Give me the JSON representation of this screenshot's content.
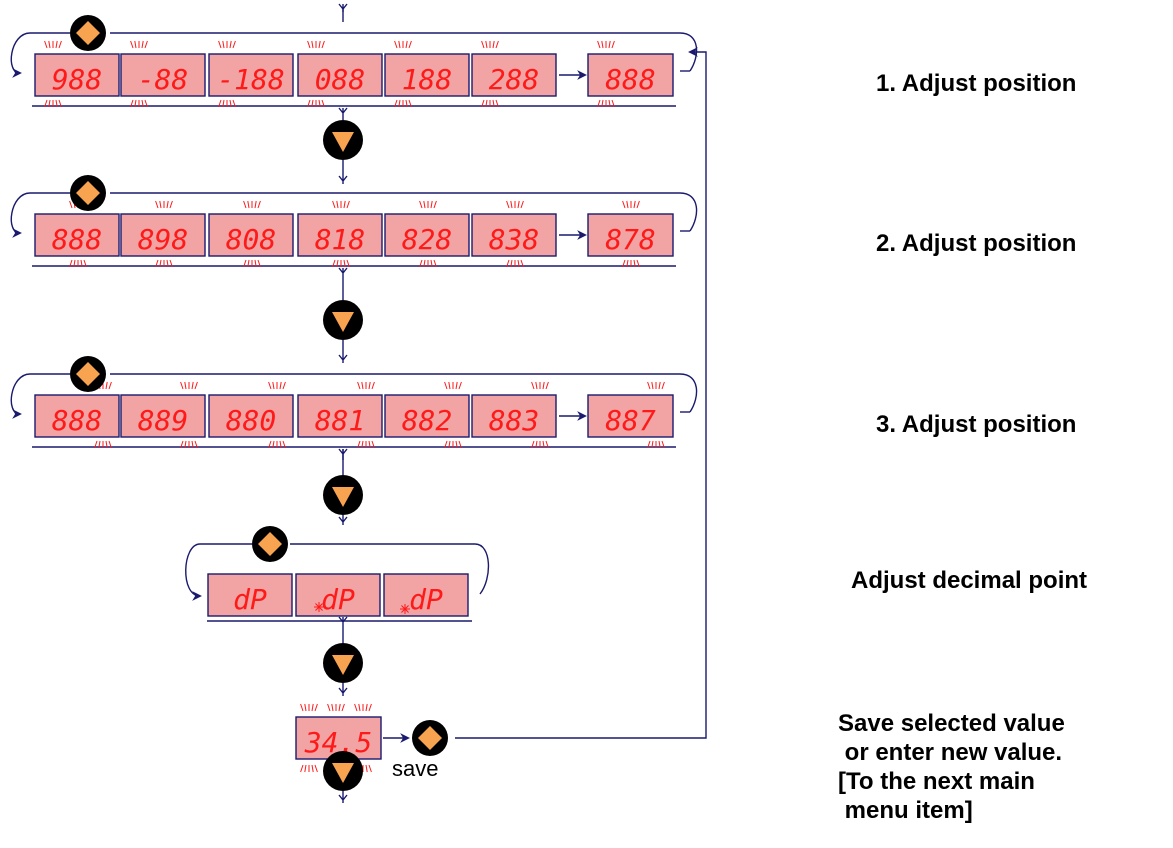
{
  "steps": [
    {
      "label": "1. Adjust position",
      "cells": [
        "988",
        "-88",
        "-188",
        "088",
        "188",
        "288"
      ],
      "last_cell": "888"
    },
    {
      "label": "2. Adjust position",
      "cells": [
        "888",
        "898",
        "808",
        "818",
        "828",
        "838"
      ],
      "last_cell": "878"
    },
    {
      "label": "3. Adjust position",
      "cells": [
        "888",
        "889",
        "880",
        "881",
        "882",
        "883"
      ],
      "last_cell": "887"
    }
  ],
  "decimal": {
    "label": "Adjust decimal point",
    "cells": [
      "dP",
      "dP",
      "dP"
    ]
  },
  "save_step": {
    "display": "34.5",
    "label_lines": [
      "Save selected value",
      " or enter new value.",
      "[To the next main",
      " menu item]"
    ],
    "save_label": "save"
  },
  "colors": {
    "display_bg": "#f2a3a3",
    "segment": "#ff1a1a",
    "button_orange": "#f7a350",
    "button_black": "#000000",
    "line": "#1a1a6e"
  }
}
